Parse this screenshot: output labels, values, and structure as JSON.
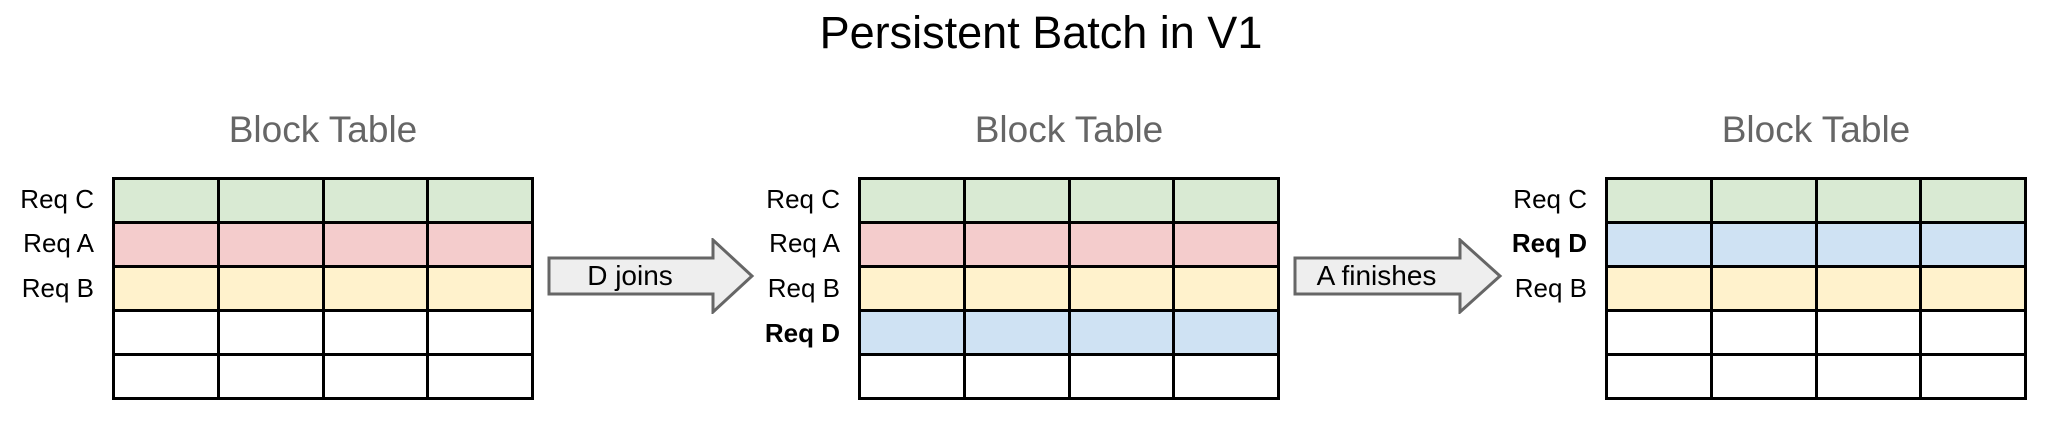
{
  "title": "Persistent Batch in V1",
  "colors": {
    "green": "#d9ead3",
    "red": "#f4cccc",
    "yellow": "#fff2cc",
    "blue": "#cfe2f3",
    "white": "#ffffff",
    "table_border": "#000000",
    "table_title": "#666666",
    "arrow_fill": "#eeeeee",
    "arrow_stroke": "#666666"
  },
  "panels": [
    {
      "table_title": "Block Table",
      "columns": 4,
      "rows": [
        {
          "label": "Req C",
          "bold": false,
          "color": "green"
        },
        {
          "label": "Req A",
          "bold": false,
          "color": "red"
        },
        {
          "label": "Req B",
          "bold": false,
          "color": "yellow"
        },
        {
          "label": "",
          "bold": false,
          "color": "white"
        },
        {
          "label": "",
          "bold": false,
          "color": "white"
        }
      ]
    },
    {
      "table_title": "Block Table",
      "columns": 4,
      "rows": [
        {
          "label": "Req C",
          "bold": false,
          "color": "green"
        },
        {
          "label": "Req A",
          "bold": false,
          "color": "red"
        },
        {
          "label": "Req B",
          "bold": false,
          "color": "yellow"
        },
        {
          "label": "Req D",
          "bold": true,
          "color": "blue"
        },
        {
          "label": "",
          "bold": false,
          "color": "white"
        }
      ]
    },
    {
      "table_title": "Block Table",
      "columns": 4,
      "rows": [
        {
          "label": "Req C",
          "bold": false,
          "color": "green"
        },
        {
          "label": "Req D",
          "bold": true,
          "color": "blue"
        },
        {
          "label": "Req B",
          "bold": false,
          "color": "yellow"
        },
        {
          "label": "",
          "bold": false,
          "color": "white"
        },
        {
          "label": "",
          "bold": false,
          "color": "white"
        }
      ]
    }
  ],
  "arrows": [
    {
      "label": "D joins"
    },
    {
      "label": "A finishes"
    }
  ]
}
